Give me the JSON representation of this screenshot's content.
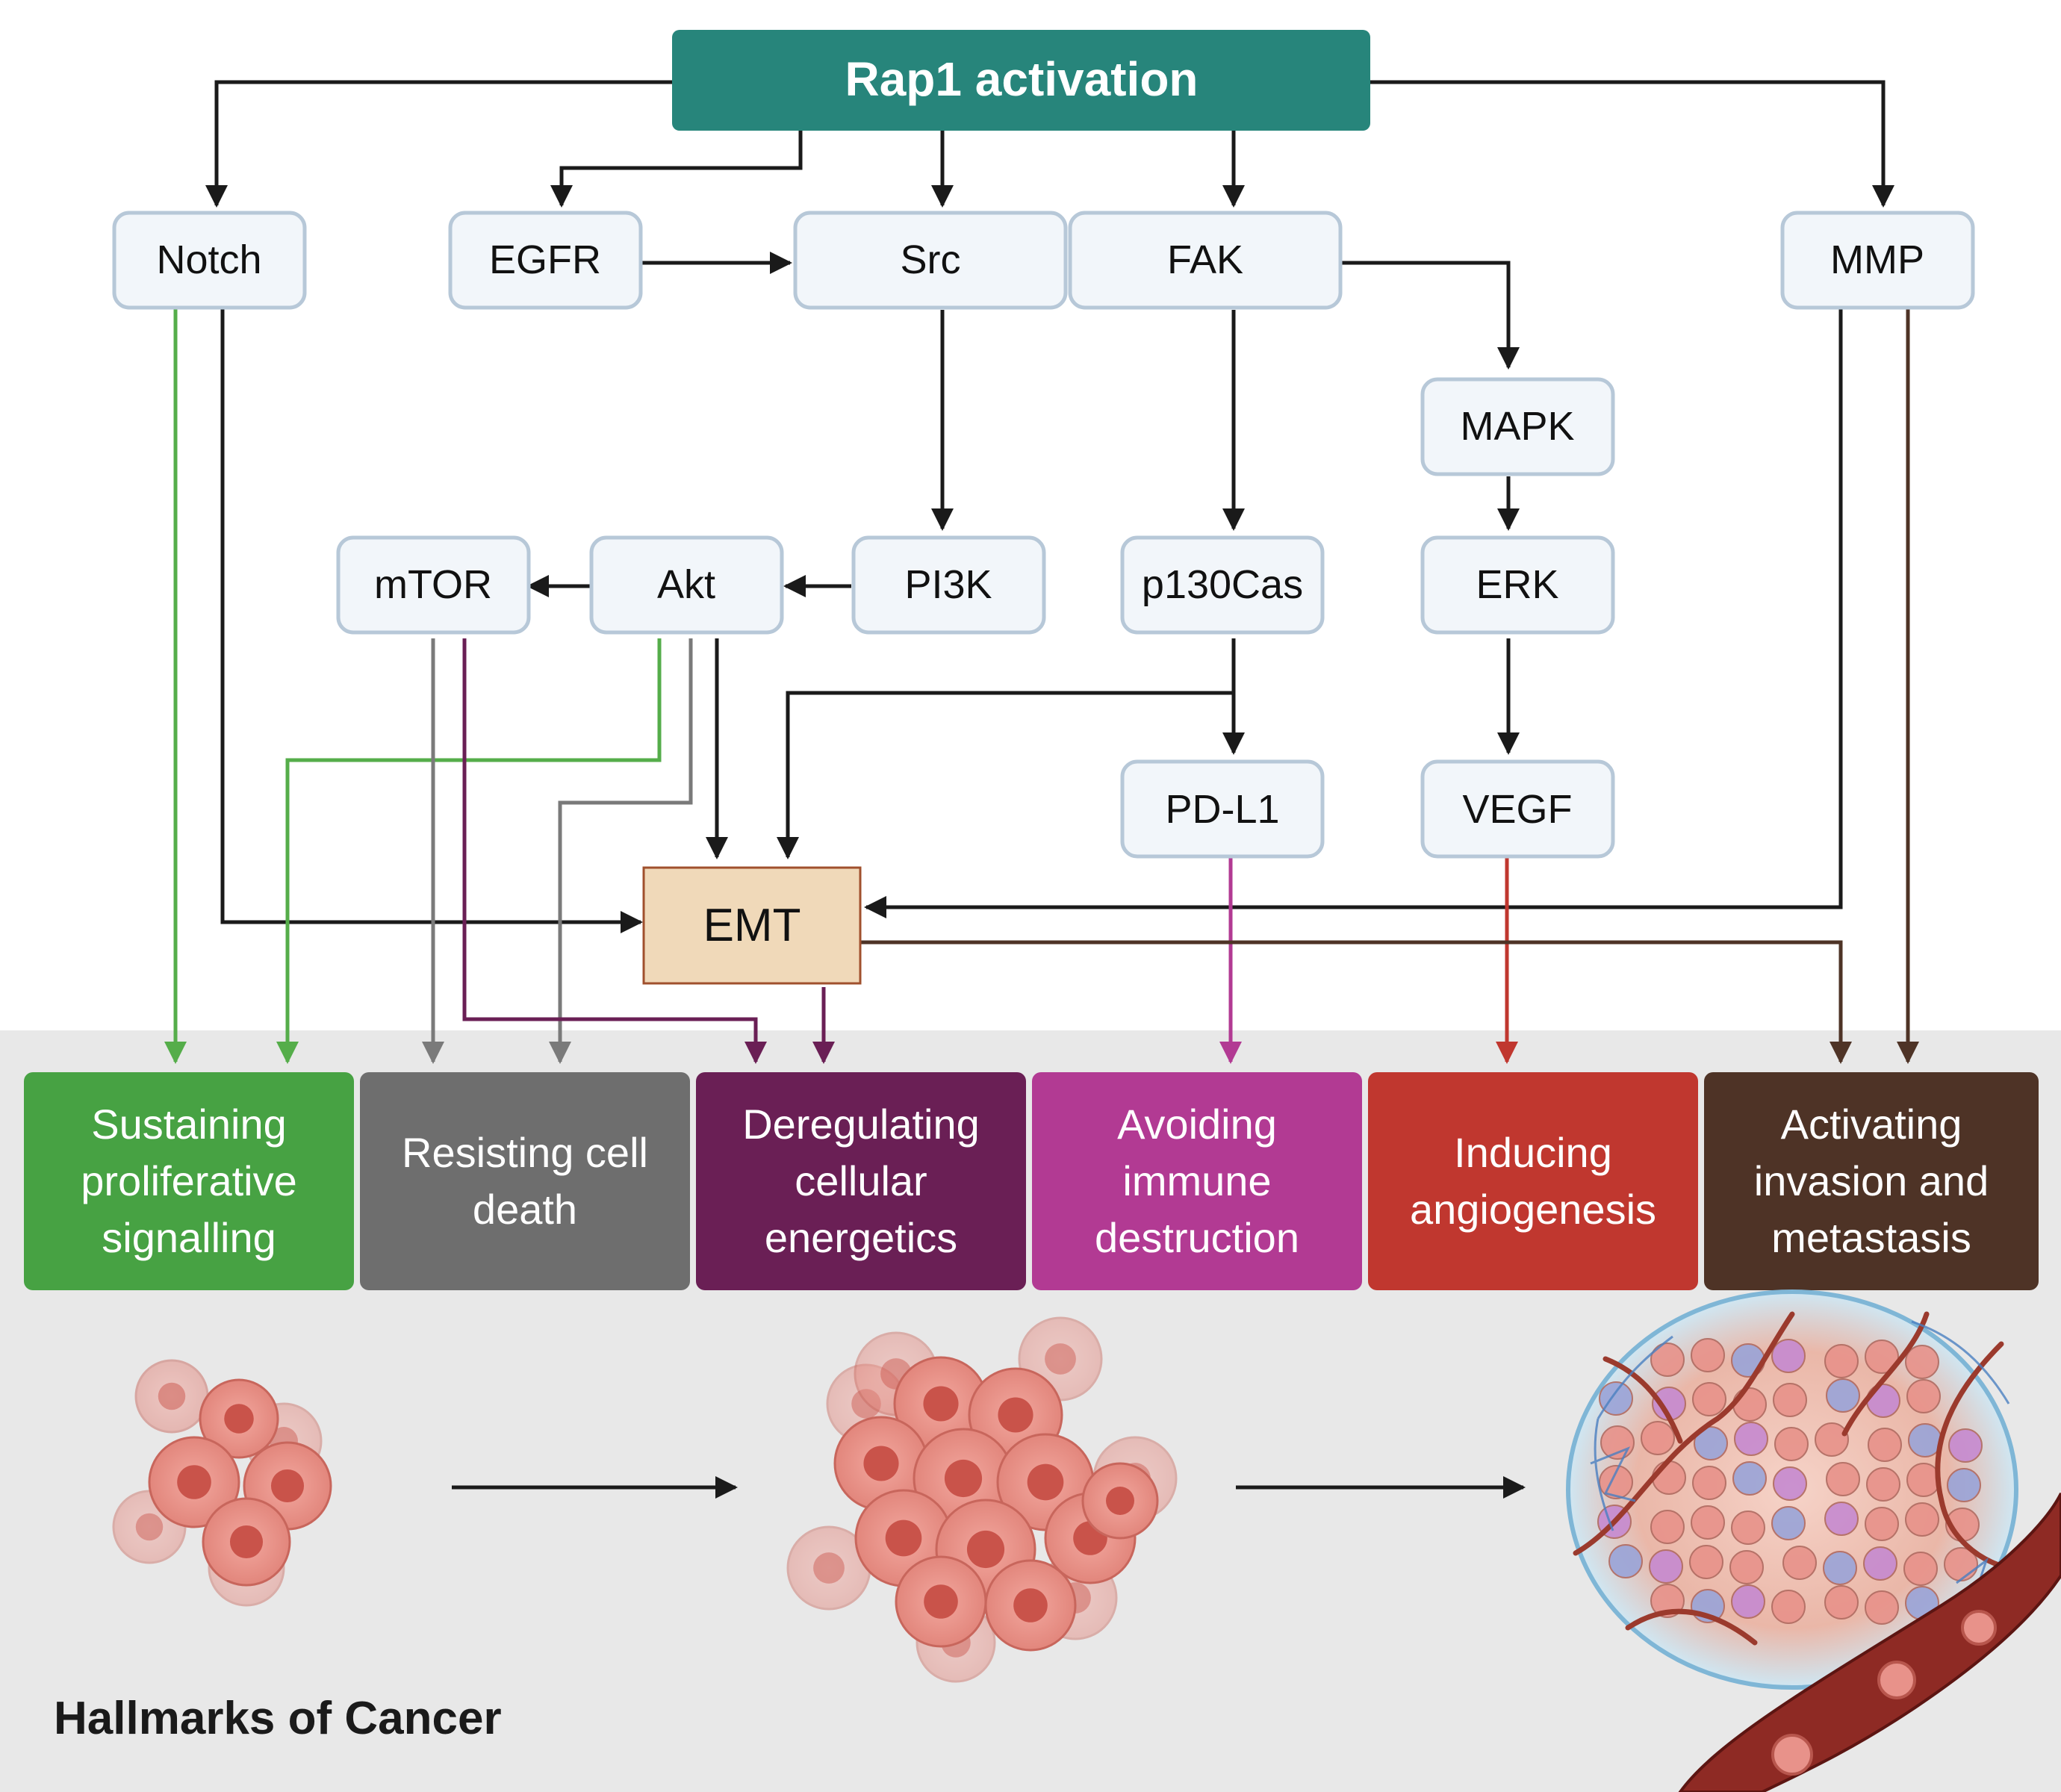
{
  "title": "Rap1 activation",
  "nodes": {
    "notch": "Notch",
    "egfr": "EGFR",
    "src": "Src",
    "fak": "FAK",
    "mmp": "MMP",
    "mapk": "MAPK",
    "mtor": "mTOR",
    "akt": "Akt",
    "pi3k": "PI3K",
    "p130cas": "p130Cas",
    "erk": "ERK",
    "pdl1": "PD-L1",
    "vegf": "VEGF",
    "emt": "EMT"
  },
  "hallmarks": [
    {
      "lines": [
        "Sustaining",
        "proliferative",
        "signalling"
      ],
      "color": "#47a243"
    },
    {
      "lines": [
        "Resisting cell",
        "death"
      ],
      "color": "#6e6e6e"
    },
    {
      "lines": [
        "Deregulating",
        "cellular",
        "energetics"
      ],
      "color": "#6a1f55"
    },
    {
      "lines": [
        "Avoiding",
        "immune",
        "destruction"
      ],
      "color": "#b23a93"
    },
    {
      "lines": [
        "Inducing",
        "angiogenesis"
      ],
      "color": "#c0372f"
    },
    {
      "lines": [
        "Activating",
        "invasion and",
        "metastasis"
      ],
      "color": "#4e3326"
    }
  ],
  "footer_label": "Hallmarks of Cancer",
  "colors": {
    "title_fill": "#27857b",
    "node_fill": "#f2f6fa",
    "node_stroke": "#b7c8d8",
    "emt_fill": "#f0d9b9",
    "emt_stroke": "#a0502d",
    "arrow_black": "#1a1a1a",
    "arrow_green": "#55ad4a",
    "arrow_gray": "#7a7a7a",
    "arrow_purple": "#6a1f55",
    "arrow_magenta": "#b23a93",
    "arrow_red": "#c0372f",
    "arrow_brown": "#4e3326",
    "bottom_band": "#e8e8e8",
    "cell": "#e8928a"
  }
}
